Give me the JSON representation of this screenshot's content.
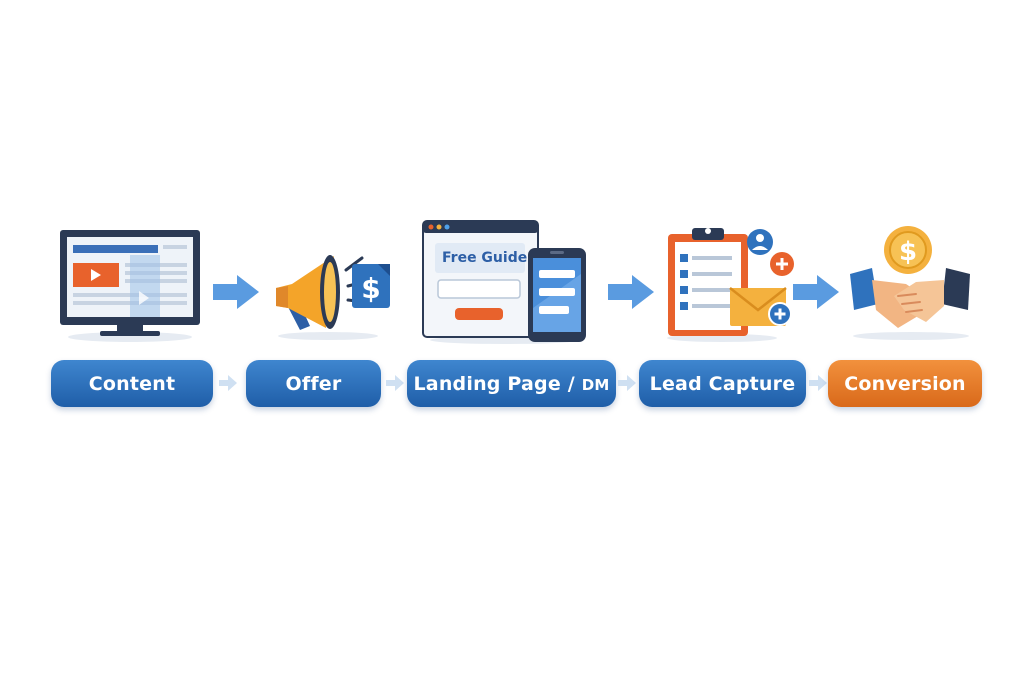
{
  "steps": [
    {
      "label": "Content",
      "icon": "monitor-video-icon"
    },
    {
      "label": "Offer",
      "icon": "megaphone-dollar-icon"
    },
    {
      "label": "Landing Page / DM",
      "label_main": "Landing Page / ",
      "label_dm": "DM",
      "icon": "landing-page-phone-icon"
    },
    {
      "label": "Lead Capture",
      "icon": "clipboard-email-icon"
    },
    {
      "label": "Conversion",
      "icon": "handshake-coin-icon"
    }
  ],
  "landing_page": {
    "headline": "Free Guide"
  },
  "offer": {
    "currency_symbol": "$"
  },
  "conversion": {
    "coin_symbol": "$"
  },
  "colors": {
    "primary_blue": "#2f72bd",
    "accent_orange": "#e8792a",
    "arrow_blue": "#5a9be0"
  }
}
